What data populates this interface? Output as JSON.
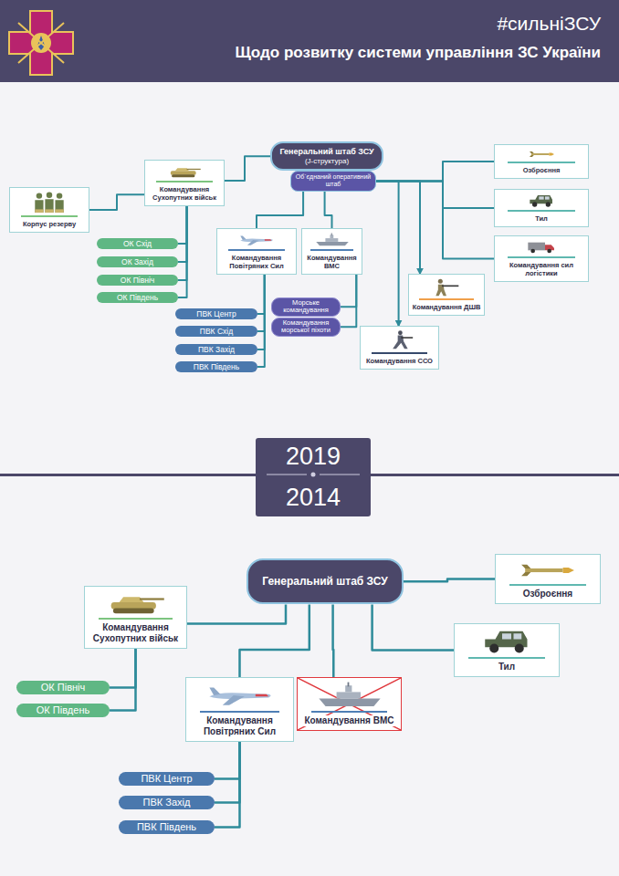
{
  "diagram": {
    "title": "Щодо розвитку системи управління ЗС України",
    "nodes": [
      {
        "text": [
          "Генеральний штаб ЗСУ",
          "(J-структура)"
        ]
      },
      {
        "text": [
          "Об`єднаний оперативний штаб"
        ]
      },
      {
        "text": [
          "Командування Сухопутних військ"
        ]
      },
      {
        "text": [
          "Корпус резерву"
        ]
      },
      {
        "text": [
          "ОК Схід"
        ]
      },
      {
        "text": [
          "ОК Захід"
        ]
      },
      {
        "text": [
          "ОК Північ"
        ]
      },
      {
        "text": [
          "ОК Південь"
        ]
      },
      {
        "text": [
          "Командування Повітряних Сил"
        ]
      },
      {
        "text": [
          "Командування ВМС"
        ]
      },
      {
        "text": [
          "ПВК Центр"
        ]
      },
      {
        "text": [
          "ПВК Схід"
        ]
      },
      {
        "text": [
          "ПВК Захід"
        ]
      },
      {
        "text": [
          "ПВК Південь"
        ]
      },
      {
        "text": [
          "Морське командування"
        ]
      },
      {
        "text": [
          "Командування морської піхоти"
        ]
      },
      {
        "text": [
          "Озброєння"
        ]
      },
      {
        "text": [
          "Тил"
        ]
      },
      {
        "text": [
          "Командування сил логістики"
        ]
      },
      {
        "text": [
          "Командування ДШВ"
        ]
      },
      {
        "text": [
          "Командування ССО"
        ]
      },
      {
        "text": [
          "Генеральний штаб ЗСУ"
        ]
      },
      {
        "text": [
          "Командування Сухопутних військ"
        ]
      },
      {
        "text": [
          "ОК Північ"
        ]
      },
      {
        "text": [
          "ОК Південь"
        ]
      },
      {
        "text": [
          "Командування Повітряних Сил"
        ]
      },
      {
        "text": [
          "Командування ВМС"
        ]
      },
      {
        "text": [
          "ПВК Центр"
        ]
      },
      {
        "text": [
          "ПВК Захід"
        ]
      },
      {
        "text": [
          "ПВК Південь"
        ]
      },
      {
        "text": [
          "Озброєння"
        ]
      },
      {
        "text": [
          "Тил"
        ]
      }
    ],
    "edges": [
      {
        "from": 0,
        "to": 2,
        "arrow": "none"
      },
      {
        "from": 2,
        "to": 3,
        "arrow": "none"
      },
      {
        "from": 2,
        "to": 4,
        "arrow": "none"
      },
      {
        "from": 2,
        "to": 5,
        "arrow": "none"
      },
      {
        "from": 2,
        "to": 6,
        "arrow": "none"
      },
      {
        "from": 2,
        "to": 7,
        "arrow": "none"
      },
      {
        "from": 1,
        "to": 8,
        "arrow": "none"
      },
      {
        "from": 1,
        "to": 9,
        "arrow": "none"
      },
      {
        "from": 8,
        "to": 10,
        "arrow": "none"
      },
      {
        "from": 8,
        "to": 11,
        "arrow": "none"
      },
      {
        "from": 8,
        "to": 12,
        "arrow": "none"
      },
      {
        "from": 8,
        "to": 13,
        "arrow": "none"
      },
      {
        "from": 9,
        "to": 14,
        "arrow": "none"
      },
      {
        "from": 9,
        "to": 15,
        "arrow": "none"
      },
      {
        "from": 1,
        "to": 16,
        "arrow": "none"
      },
      {
        "from": 1,
        "to": 17,
        "arrow": "none"
      },
      {
        "from": 1,
        "to": 18,
        "arrow": "none"
      },
      {
        "from": 1,
        "to": 19,
        "arrow": "to"
      },
      {
        "from": 1,
        "to": 20,
        "arrow": "to"
      },
      {
        "from": 21,
        "to": 22,
        "arrow": "none"
      },
      {
        "from": 22,
        "to": 23,
        "arrow": "none"
      },
      {
        "from": 22,
        "to": 24,
        "arrow": "none"
      },
      {
        "from": 21,
        "to": 25,
        "arrow": "none"
      },
      {
        "from": 21,
        "to": 26,
        "arrow": "none"
      },
      {
        "from": 25,
        "to": 27,
        "arrow": "none"
      },
      {
        "from": 25,
        "to": 28,
        "arrow": "none"
      },
      {
        "from": 25,
        "to": 29,
        "arrow": "none"
      },
      {
        "from": 21,
        "to": 30,
        "arrow": "none"
      },
      {
        "from": 21,
        "to": 31,
        "arrow": "none"
      }
    ],
    "labels": [
      "#сильніЗСУ",
      "2019",
      "2014"
    ]
  }
}
